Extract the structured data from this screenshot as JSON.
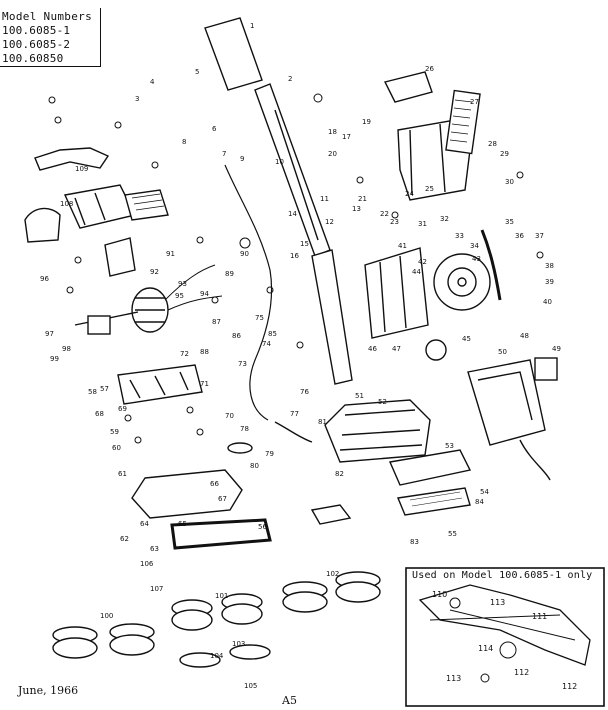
{
  "header": {
    "title": "Model Numbers",
    "models": [
      "100.6085-1",
      "100.6085-2",
      "100.60850"
    ]
  },
  "inset": {
    "caption": "Used on Model 100.6085-1 only",
    "callouts": [
      "110",
      "113",
      "111",
      "114",
      "113",
      "112",
      "112"
    ]
  },
  "footer": {
    "date": "June, 1966",
    "page_code": "A5"
  },
  "callouts": {
    "top_row": [
      "1",
      "2",
      "3",
      "4",
      "5",
      "6",
      "7",
      "8",
      "9",
      "10",
      "11",
      "12",
      "13",
      "14",
      "15",
      "16",
      "17",
      "18",
      "19",
      "20",
      "21",
      "22",
      "23",
      "24",
      "25",
      "26",
      "27",
      "28",
      "29",
      "30",
      "31",
      "32",
      "33",
      "34",
      "35",
      "36",
      "37",
      "38",
      "39",
      "40",
      "41",
      "42",
      "43",
      "44",
      "45",
      "46",
      "47",
      "48",
      "49",
      "50"
    ],
    "lower": [
      "51",
      "52",
      "53",
      "54",
      "55",
      "56",
      "57",
      "58",
      "59",
      "60",
      "61",
      "62",
      "63",
      "64",
      "65",
      "66",
      "67",
      "68",
      "69",
      "70",
      "71",
      "72",
      "73",
      "74",
      "75",
      "76",
      "77",
      "78",
      "79",
      "80",
      "81",
      "82",
      "83",
      "84",
      "85",
      "86",
      "87",
      "88",
      "89",
      "90",
      "91",
      "92",
      "93",
      "94",
      "95",
      "96",
      "97",
      "98",
      "99",
      "100",
      "101",
      "102",
      "103",
      "104",
      "105",
      "106",
      "107",
      "108",
      "109"
    ]
  }
}
